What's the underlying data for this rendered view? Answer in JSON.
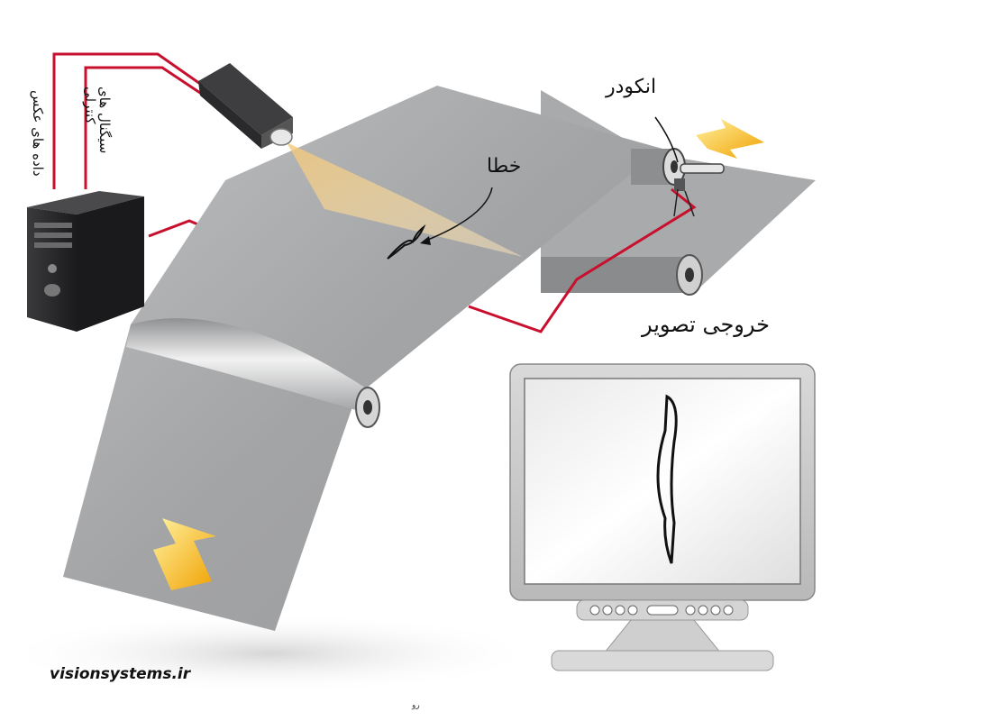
{
  "labels": {
    "encoder": "انکودر",
    "defect": "خطا",
    "image_output": "خروجی تصویر",
    "image_data": "داده های عکس",
    "control_signals": "سیگنال های کنترلی"
  },
  "watermark": "visionsystems.ir",
  "footer_mark": "رو",
  "colors": {
    "cable": "#c8102e",
    "sheet": "#a7a8aa",
    "arrow_light": "#ffe066",
    "arrow_dark": "#f0a000",
    "light_cone": "#f6d48a"
  },
  "icons": [
    "camera-icon",
    "computer-tower-icon",
    "monitor-icon",
    "encoder-icon",
    "direction-arrow-icon"
  ]
}
